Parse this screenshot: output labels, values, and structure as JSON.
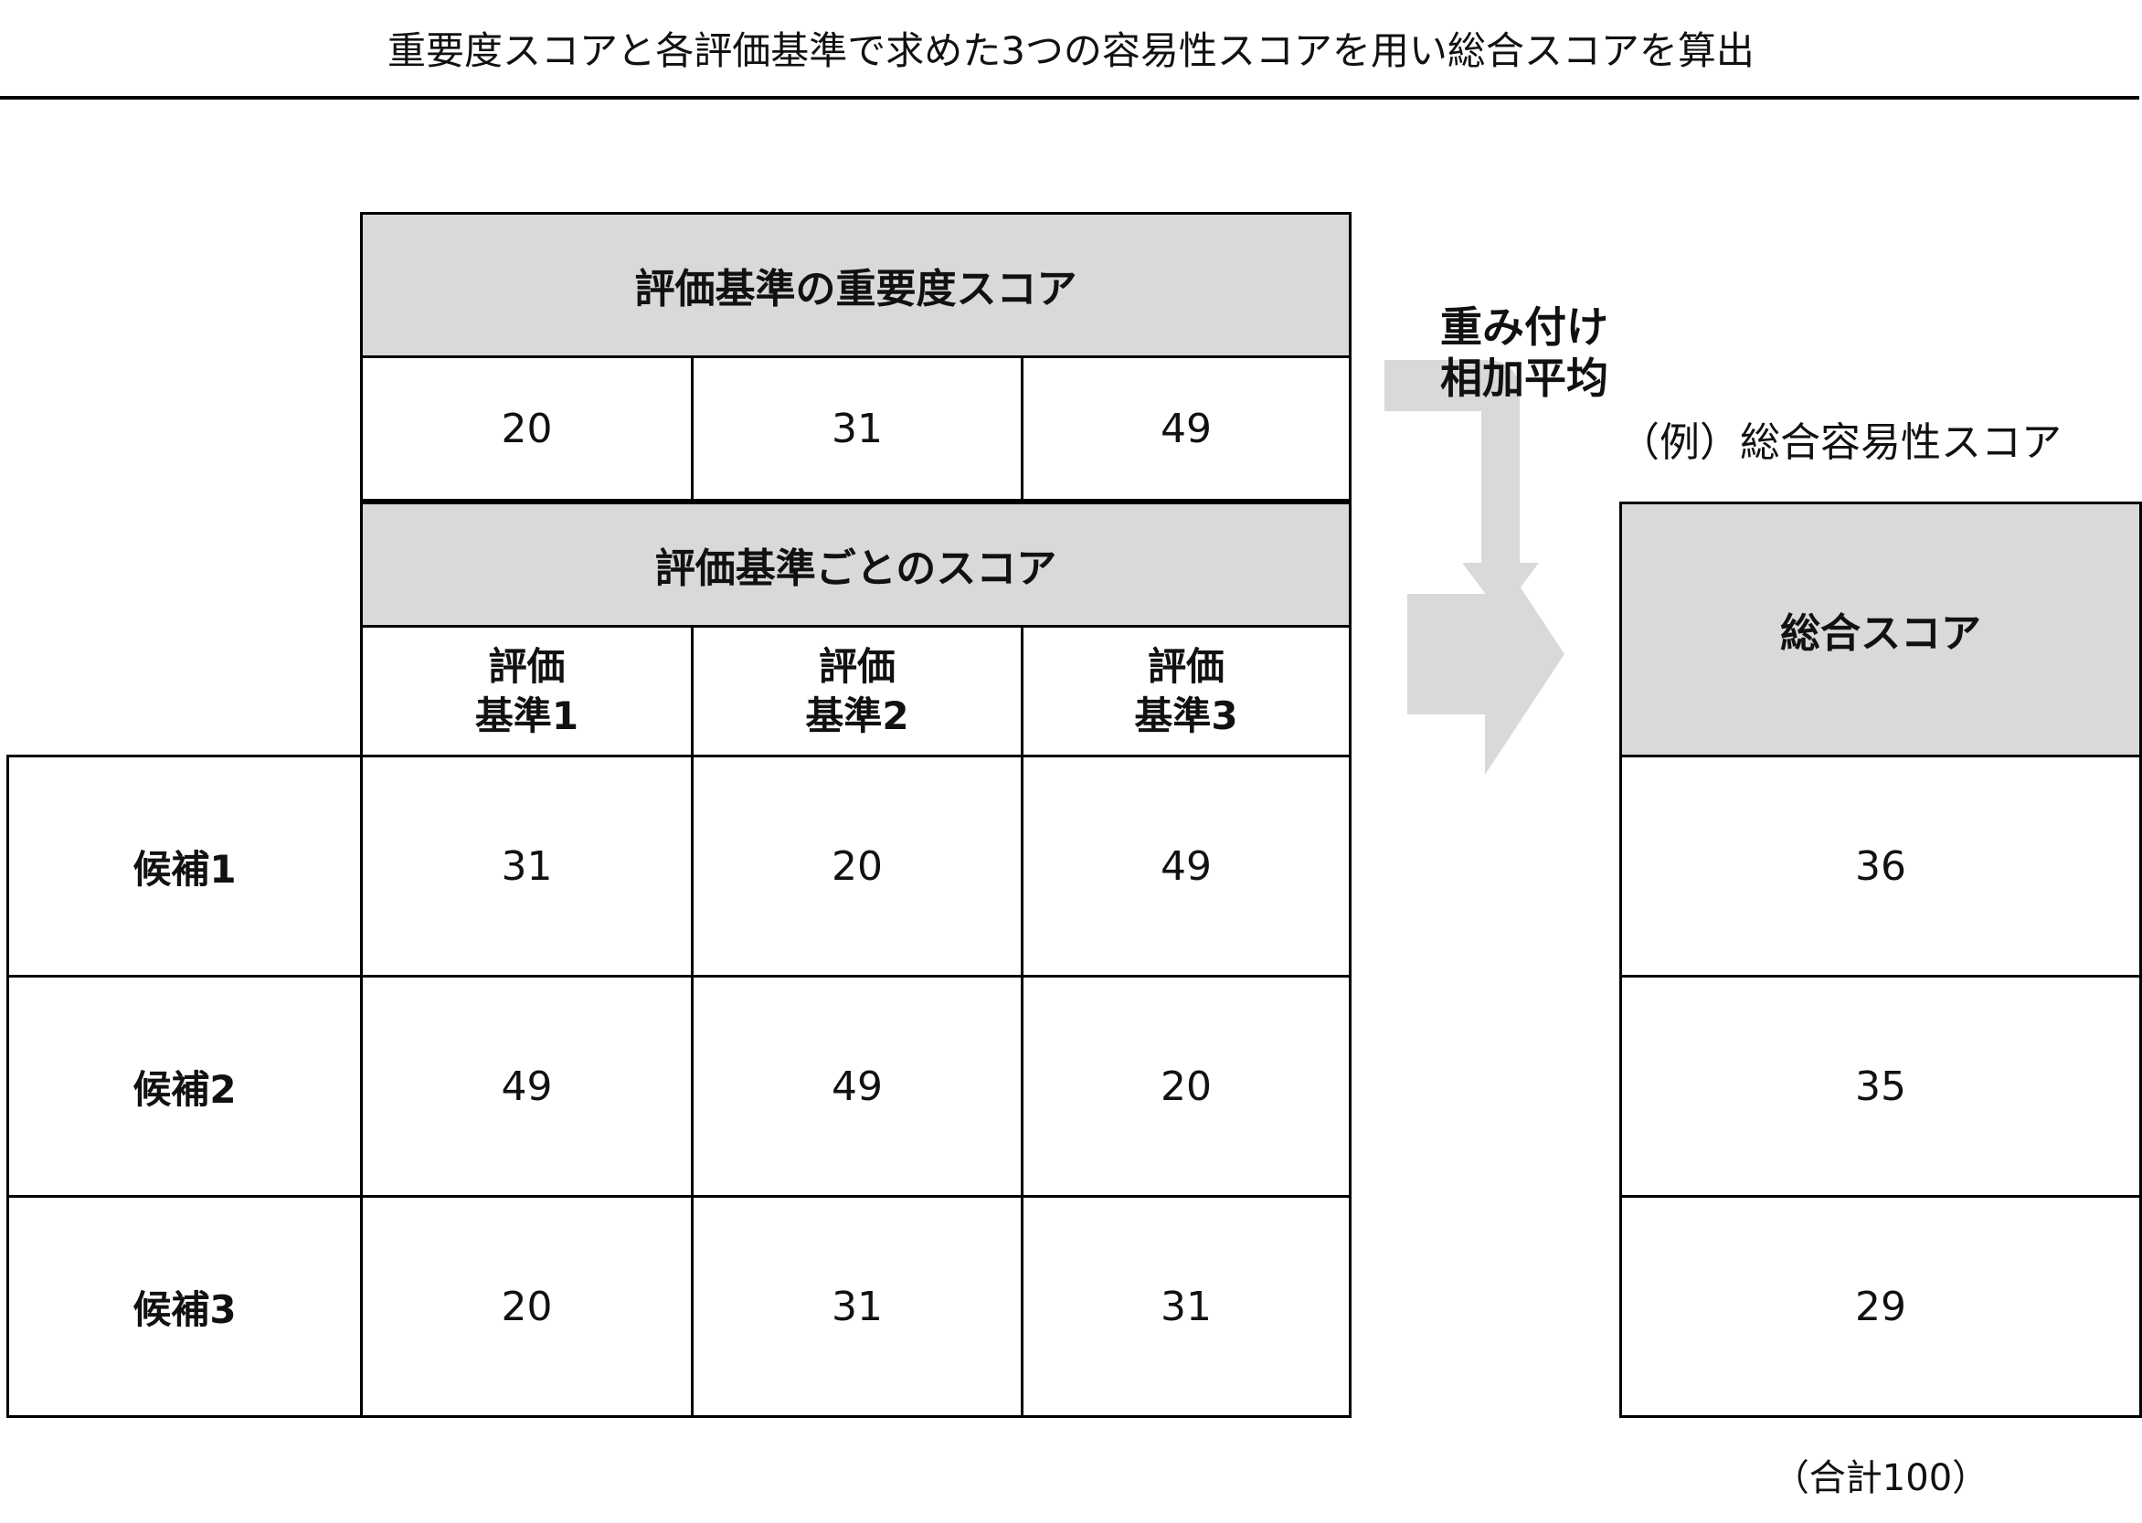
{
  "title": "重要度スコアと各評価基準で求めた3つの容易性スコアを用い総合スコアを算出",
  "importance": {
    "header": "評価基準の重要度スコア",
    "values": [
      "20",
      "31",
      "49"
    ]
  },
  "criteria": {
    "header": "評価基準ごとのスコア",
    "columns": [
      {
        "line1": "評価",
        "line2": "基準1"
      },
      {
        "line1": "評価",
        "line2": "基準2"
      },
      {
        "line1": "評価",
        "line2": "基準3"
      }
    ],
    "rows": [
      {
        "label": "候補1",
        "values": [
          "31",
          "20",
          "49"
        ]
      },
      {
        "label": "候補2",
        "values": [
          "49",
          "49",
          "20"
        ]
      },
      {
        "label": "候補3",
        "values": [
          "20",
          "31",
          "31"
        ]
      }
    ]
  },
  "method": {
    "line1": "重み付け",
    "line2": "相加平均"
  },
  "total": {
    "caption": "（例）総合容易性スコア",
    "header": "総合スコア",
    "values": [
      "36",
      "35",
      "29"
    ],
    "footnote": "（合計100）"
  },
  "colors": {
    "header_fill": "#d9d9d9",
    "arrow_fill": "#d9d9d9"
  }
}
